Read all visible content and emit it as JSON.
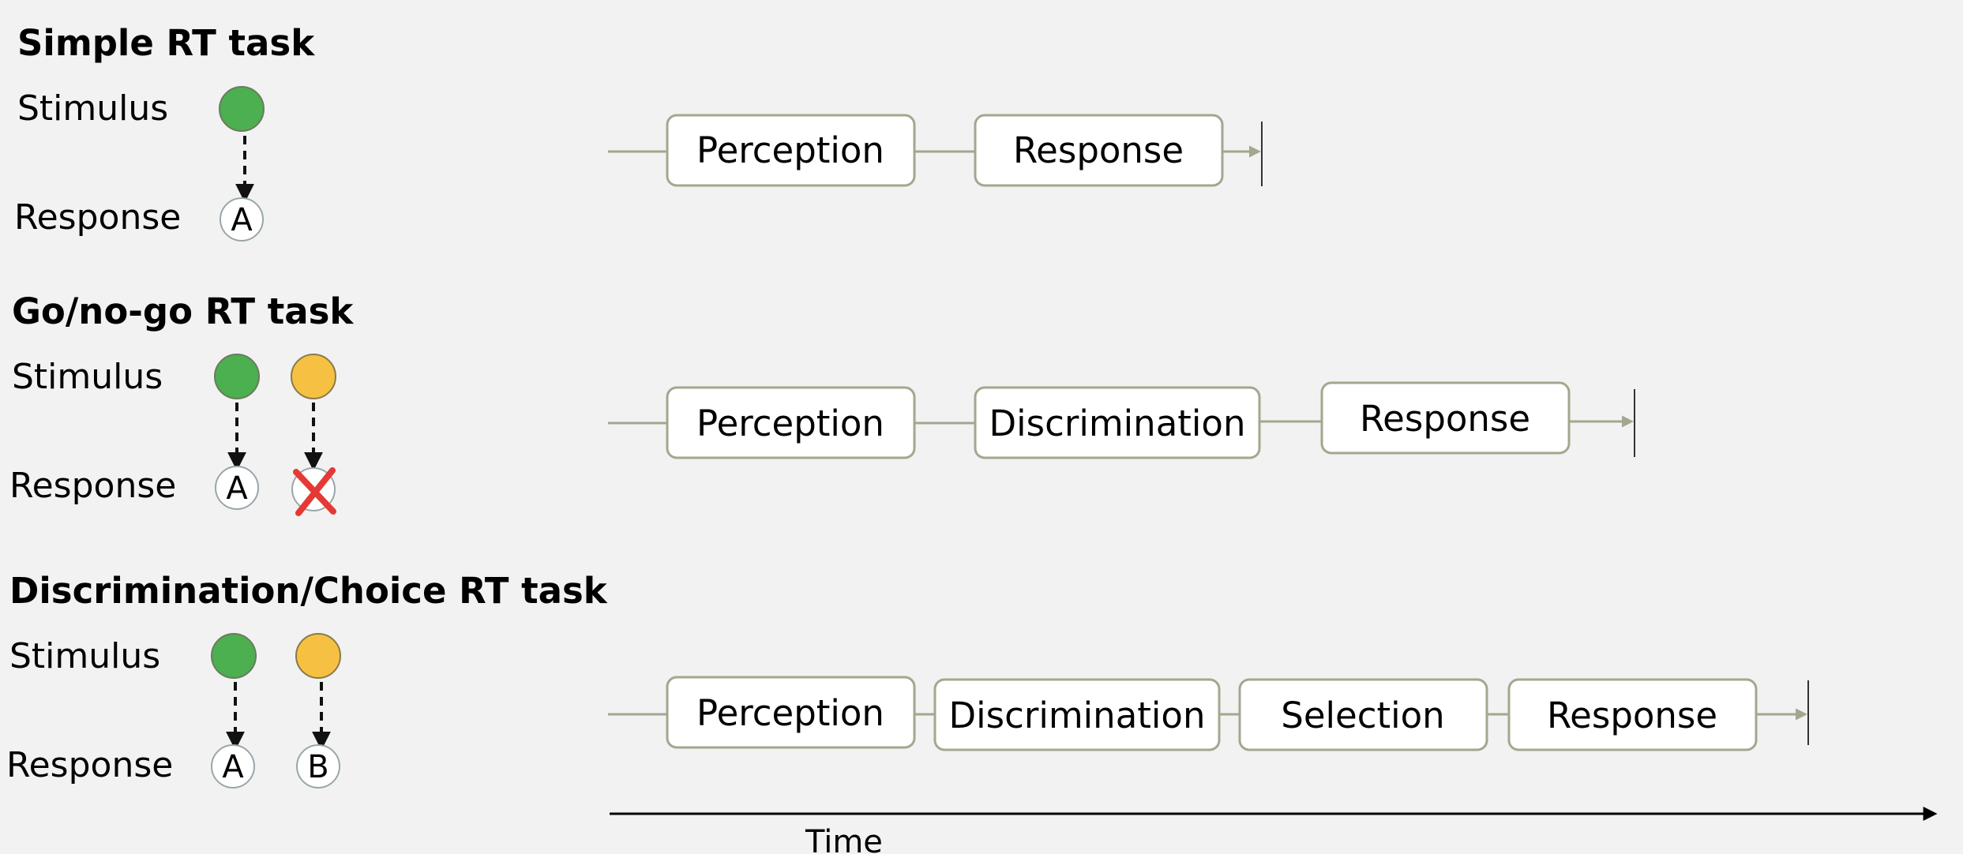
{
  "colors": {
    "background": "#f2f2f2",
    "go_stimulus": "#4caf50",
    "nogo_stimulus": "#f6c142",
    "no_response_cross": "#e53935",
    "stage_border": "#a3a78f",
    "response_circle_border": "#9aa6ab"
  },
  "tasks": [
    {
      "title": "Simple RT task",
      "stimulus_label": "Stimulus",
      "response_label": "Response",
      "pairs": [
        {
          "stimulus_color": "go_stimulus",
          "response": "A"
        }
      ],
      "stages": [
        "Perception",
        "Response"
      ]
    },
    {
      "title": "Go/no-go RT task",
      "stimulus_label": "Stimulus",
      "response_label": "Response",
      "pairs": [
        {
          "stimulus_color": "go_stimulus",
          "response": "A"
        },
        {
          "stimulus_color": "nogo_stimulus",
          "response": "",
          "no_response": true
        }
      ],
      "stages": [
        "Perception",
        "Discrimination",
        "Response"
      ]
    },
    {
      "title": "Discrimination/Choice RT task",
      "stimulus_label": "Stimulus",
      "response_label": "Response",
      "pairs": [
        {
          "stimulus_color": "go_stimulus",
          "response": "A"
        },
        {
          "stimulus_color": "nogo_stimulus",
          "response": "B"
        }
      ],
      "stages": [
        "Perception",
        "Discrimination",
        "Selection",
        "Response"
      ]
    }
  ],
  "time_axis": {
    "label": "Time"
  }
}
